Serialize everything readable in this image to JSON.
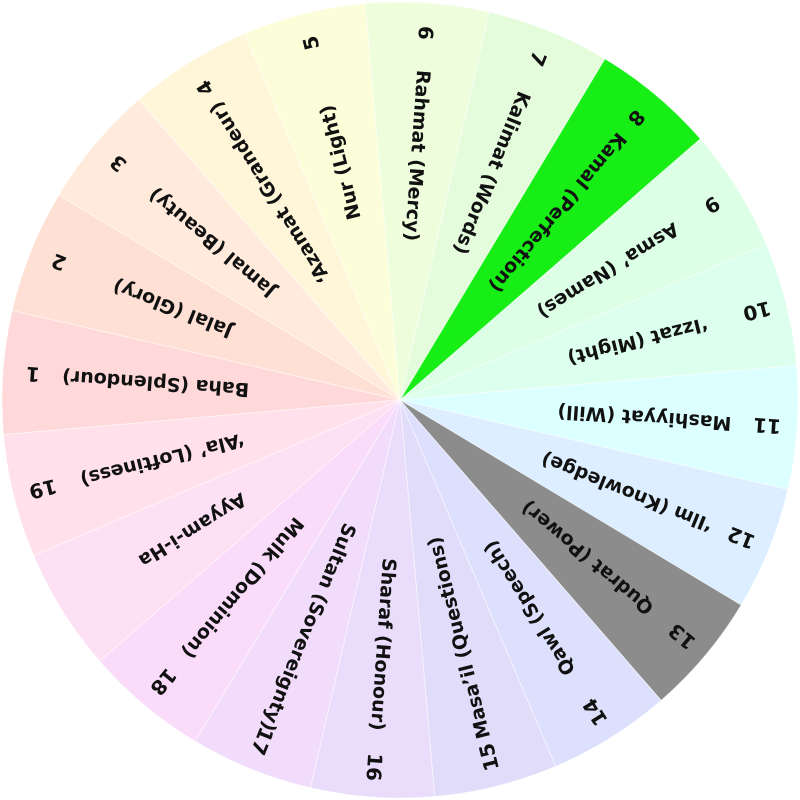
{
  "diagram": {
    "segments": [
      {
        "number": "1",
        "name": "Baha (Splendour)",
        "color": "#ffd9d9"
      },
      {
        "number": "2",
        "name": "Jalal (Glory)",
        "color": "#ffe0d5"
      },
      {
        "number": "3",
        "name": "Jamal (Beauty)",
        "color": "#ffeadb"
      },
      {
        "number": "4",
        "name": "‘Azamat (Grandeur)",
        "color": "#fff6d9"
      },
      {
        "number": "5",
        "name": "Nur (Light)",
        "color": "#fbfed9"
      },
      {
        "number": "6",
        "name": "Rahmat (Mercy)",
        "color": "#eefedd"
      },
      {
        "number": "7",
        "name": "Kalimat (Words)",
        "color": "#e4fcdc"
      },
      {
        "number": "8",
        "name": "Kamal (Perfection)",
        "color": "#16ee16"
      },
      {
        "number": "9",
        "name": "Asma’ (Names)",
        "color": "#dcffe6"
      },
      {
        "number": "10",
        "name": "‘Izzat (Might)",
        "color": "#dcffee"
      },
      {
        "number": "11",
        "name": "Mashiyyat (Will)",
        "color": "#dcffff"
      },
      {
        "number": "12",
        "name": "‘Ilm (Knowledge)",
        "color": "#dceeff"
      },
      {
        "number": "13",
        "name": "Qudrat (Power)",
        "color": "#8c8c8c"
      },
      {
        "number": "14",
        "name": "Qawl (Speech)",
        "color": "#dde0fc"
      },
      {
        "number": "15",
        "name": "Masa’il (Questions)",
        "color": "#e2dcfb"
      },
      {
        "number": "16",
        "name": "Sharaf (Honour)",
        "color": "#eadcfb"
      },
      {
        "number": "17",
        "name": "Sultan (Sovereignty)",
        "color": "#f2dcfb"
      },
      {
        "number": "18",
        "name": "Mulk (Dominion)",
        "color": "#fadcfa"
      },
      {
        "number": "",
        "name": "Ayyam-i-Ha",
        "color": "#fde0f3"
      },
      {
        "number": "19",
        "name": "‘Ala’ (Loftiness)",
        "color": "#ffe0eb"
      }
    ]
  }
}
